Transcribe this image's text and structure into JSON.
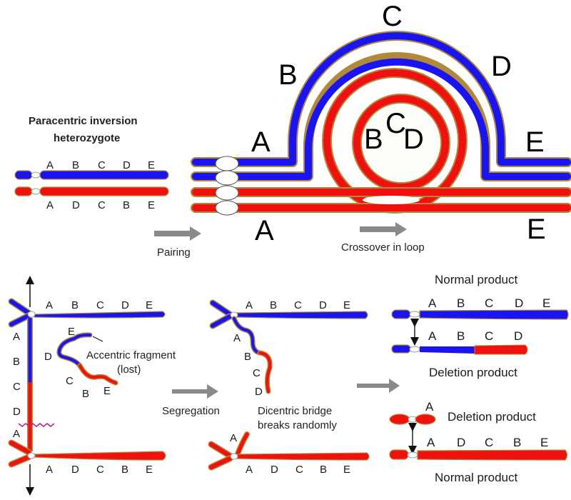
{
  "colors": {
    "chromatid_a": "#1a14f0",
    "chromatid_b": "#f01010",
    "outline": "#b08a3a",
    "arrow": "#8a8a8a",
    "break_mark": "#c02080"
  },
  "panel1": {
    "title_line1": "Paracentric  inversion",
    "title_line2": "heterozygote",
    "normal_genes": [
      "A",
      "B",
      "C",
      "D",
      "E"
    ],
    "inverted_genes": [
      "A",
      "D",
      "C",
      "B",
      "E"
    ]
  },
  "step_labels": {
    "pairing": "Pairing",
    "crossover": "Crossover in loop",
    "segregation": "Segregation"
  },
  "panel2": {
    "outer_labels": [
      "A",
      "B",
      "C",
      "D",
      "E"
    ],
    "inner_labels": [
      "B",
      "C",
      "D"
    ],
    "bottom_labels": [
      "A",
      "E"
    ]
  },
  "panel3": {
    "top_genes": [
      "A",
      "B",
      "C",
      "D",
      "E"
    ],
    "bridge_genes": [
      "A",
      "B",
      "C",
      "D",
      "A"
    ],
    "bottom_genes": [
      "A",
      "D",
      "C",
      "B",
      "E"
    ],
    "fragment_genes": [
      "E",
      "D",
      "C",
      "B",
      "E"
    ],
    "fragment_label_line1": "Accentric fragment",
    "fragment_label_line2": "(lost)"
  },
  "panel4": {
    "top_genes": [
      "A",
      "B",
      "C",
      "D",
      "E"
    ],
    "bridge_genes": [
      "A",
      "B",
      "C",
      "D"
    ],
    "lower_arm_gene": "A",
    "bottom_genes": [
      "A",
      "D",
      "C",
      "B",
      "E"
    ],
    "caption_line1": "Dicentric bridge",
    "caption_line2": "breaks randomly"
  },
  "panel5": {
    "normal_top_label": "Normal product",
    "normal_top_genes": [
      "A",
      "B",
      "C",
      "D",
      "E"
    ],
    "deletion_top_genes": [
      "A",
      "B",
      "C",
      "D"
    ],
    "deletion_top_label": "Deletion product",
    "deletion_small_gene": "A",
    "deletion_small_label": "Deletion product",
    "normal_bottom_genes": [
      "A",
      "D",
      "C",
      "B",
      "E"
    ],
    "normal_bottom_label": "Normal product"
  }
}
